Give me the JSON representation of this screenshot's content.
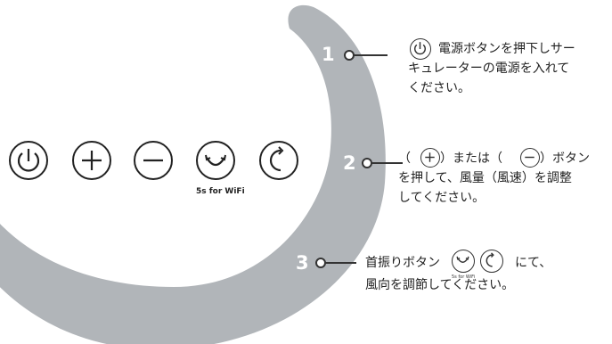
{
  "colors": {
    "arc": "#b1b5b9",
    "ink": "#222222",
    "line": "#333333"
  },
  "controls": [
    {
      "icon": "power-icon"
    },
    {
      "icon": "plus-icon"
    },
    {
      "icon": "minus-icon"
    },
    {
      "icon": "swing-icon",
      "caption": "5s for WiFi"
    },
    {
      "icon": "rotate-icon"
    }
  ],
  "steps": [
    {
      "number": "1",
      "lines": [
        "電源ボタンを押下しサー",
        "キュレーターの電源を入れて",
        "ください。"
      ]
    },
    {
      "number": "2",
      "lines": [
        "（",
        "）または（",
        "）ボタン",
        "を押して、風量（風速）を調整",
        "してください。"
      ]
    },
    {
      "number": "3",
      "lines": [
        "首振りボタン",
        "にて、",
        "風向を調節してください。"
      ],
      "mini_caption": "5s for WiFi"
    }
  ]
}
